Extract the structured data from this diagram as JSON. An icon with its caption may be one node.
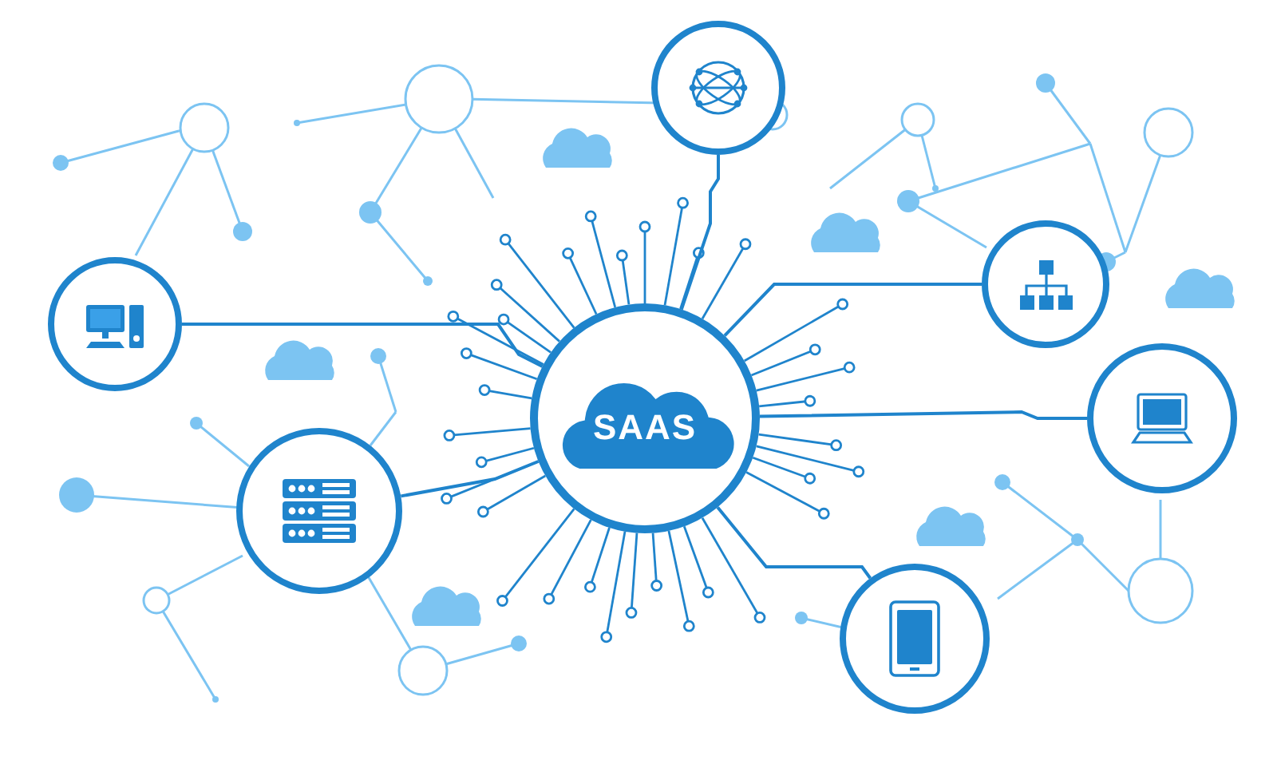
{
  "diagram": {
    "nodes": [
      {
        "text": [],
        "shape": "circle"
      },
      {
        "text": [],
        "shape": "circle"
      },
      {
        "text": [],
        "shape": "circle"
      },
      {
        "text": [
          "SAAS"
        ]
      },
      {
        "text": [],
        "shape": "circle"
      },
      {
        "text": [],
        "shape": "circle"
      },
      {
        "text": [],
        "shape": "circle"
      }
    ],
    "edges": [
      {
        "from": 3,
        "to": 0,
        "arrow": "none"
      },
      {
        "from": 3,
        "to": 1,
        "arrow": "none"
      },
      {
        "from": 3,
        "to": 2,
        "arrow": "none"
      },
      {
        "from": 3,
        "to": 4,
        "arrow": "none"
      },
      {
        "from": 3,
        "to": 5,
        "arrow": "none"
      },
      {
        "from": 3,
        "to": 6,
        "arrow": "none"
      }
    ]
  }
}
